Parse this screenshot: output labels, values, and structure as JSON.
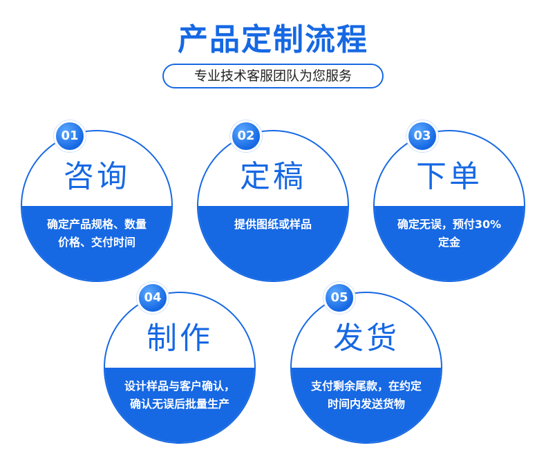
{
  "title": "产品定制流程",
  "subtitle": "专业技术客服团队为您服务",
  "colors": {
    "accent": "#1668e3",
    "text": "#222222",
    "band_text": "#ffffff"
  },
  "steps": [
    {
      "number": "01",
      "heading": "咨询",
      "lines": [
        "确定产品规格、数量",
        "价格、交付时间"
      ]
    },
    {
      "number": "02",
      "heading": "定稿",
      "lines": [
        "提供图纸或样品"
      ]
    },
    {
      "number": "03",
      "heading": "下单",
      "lines": [
        "确定无误，预付30%",
        "定金"
      ]
    },
    {
      "number": "04",
      "heading": "制作",
      "lines": [
        "设计样品与客户确认，",
        "确认无误后批量生产"
      ]
    },
    {
      "number": "05",
      "heading": "发货",
      "lines": [
        "支付剩余尾款，在约定",
        "时间内发送货物"
      ]
    }
  ]
}
